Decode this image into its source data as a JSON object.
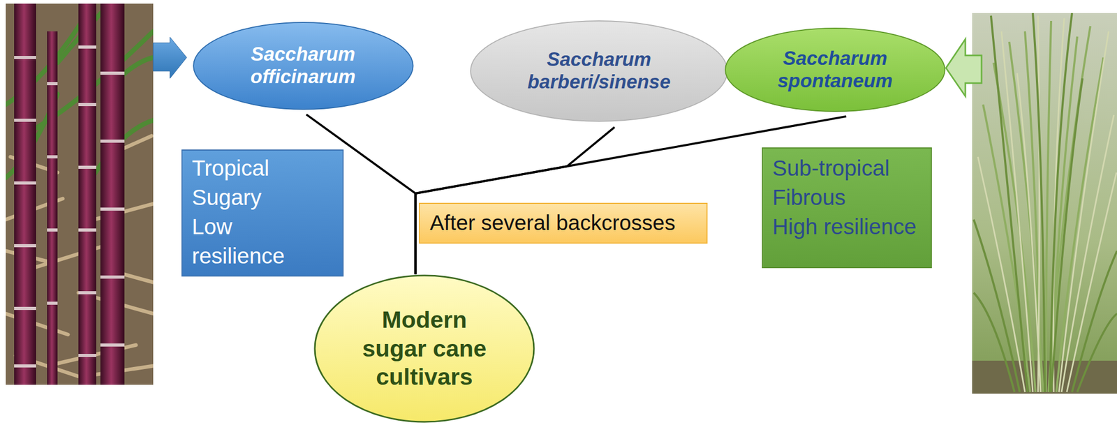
{
  "diagram": {
    "nodes": [
      {
        "text": [
          "Saccharum officinarum"
        ]
      },
      {
        "text": [
          "Saccharum barberi/sinense"
        ]
      },
      {
        "text": [
          "Saccharum spontaneum"
        ]
      },
      {
        "text": [
          "Tropical",
          "Sugary",
          "Low resilience"
        ]
      },
      {
        "text": [
          "After several backcrosses"
        ]
      },
      {
        "text": [
          "Sub-tropical",
          "Fibrous",
          "High resilience"
        ]
      },
      {
        "text": [
          "Modern sugar cane cultivars"
        ]
      }
    ],
    "edges": [
      {
        "from": 0,
        "to": 6,
        "arrow": "none"
      },
      {
        "from": 1,
        "to": 6,
        "arrow": "none"
      },
      {
        "from": 2,
        "to": 6,
        "arrow": "none"
      }
    ]
  }
}
